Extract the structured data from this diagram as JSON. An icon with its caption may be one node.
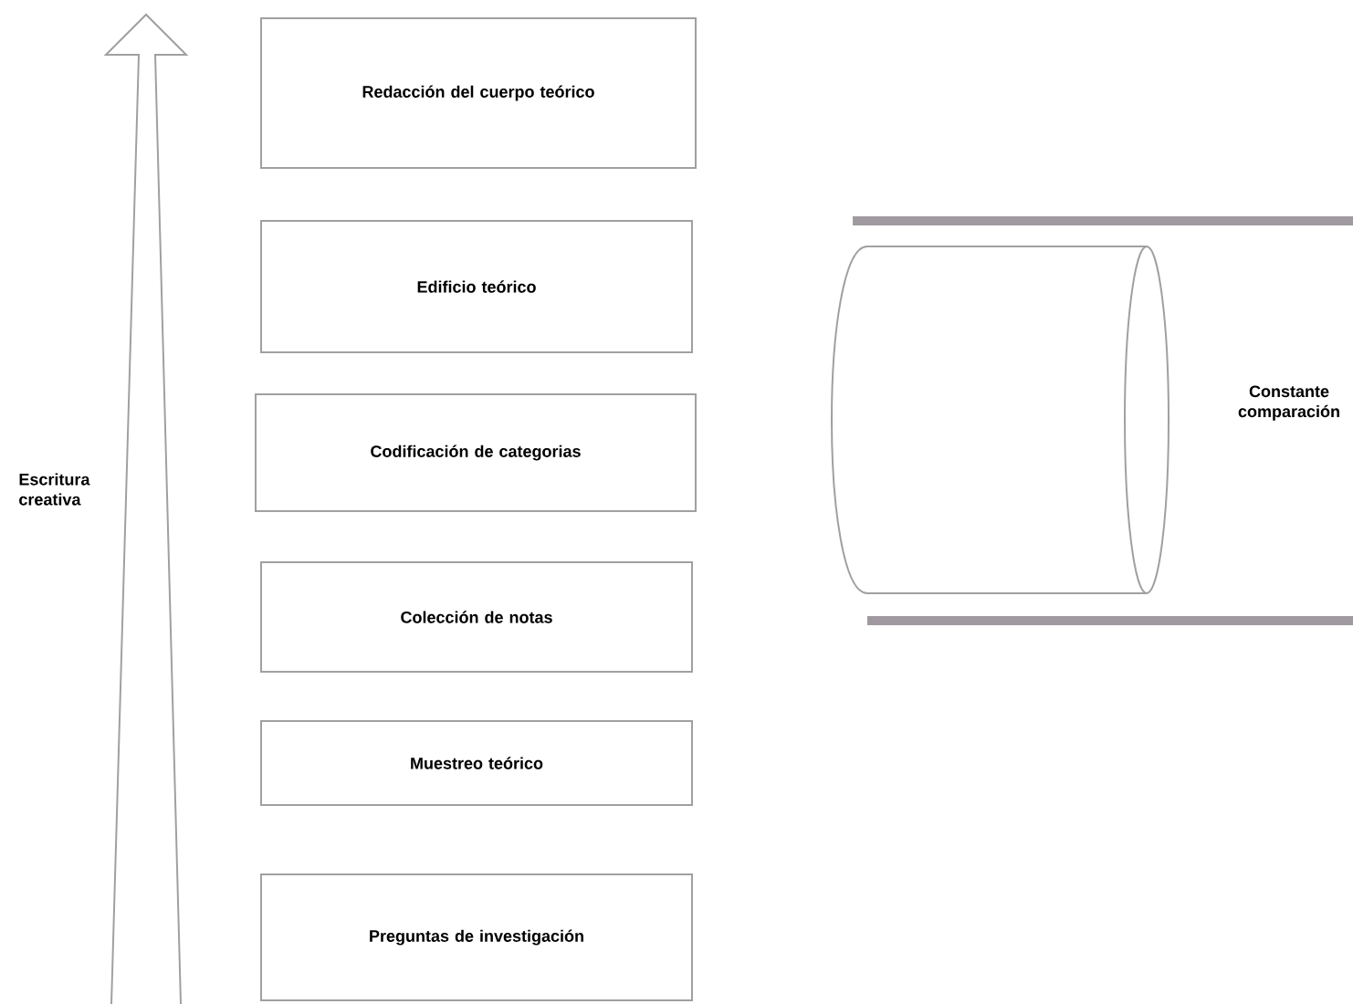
{
  "diagram": {
    "nodes": [
      {
        "text": [
          "Redacción del cuerpo teórico"
        ]
      },
      {
        "text": [
          "Edificio teórico"
        ]
      },
      {
        "text": [
          "Codificación de categorias"
        ]
      },
      {
        "text": [
          "Colección de notas"
        ]
      },
      {
        "text": [
          "Muestreo teórico"
        ]
      },
      {
        "text": [
          "Preguntas de investigación"
        ]
      },
      {
        "text": [],
        "shape": "cylinder"
      }
    ],
    "labels": [
      "Escritura creativa",
      "Constante comparación"
    ]
  }
}
